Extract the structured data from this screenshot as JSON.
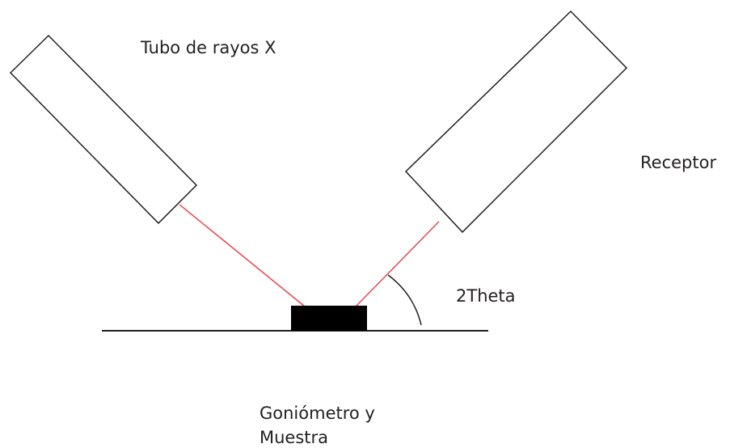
{
  "labels": {
    "tube": "Tubo de rayos X",
    "receptor": "Receptor",
    "angle": "2Theta",
    "goniometer_line1": "Goniómetro y",
    "goniometer_line2": "Muestra"
  },
  "colors": {
    "stroke": "#231f20",
    "beam": "#e8474f",
    "sample": "#000000",
    "background": "#ffffff"
  }
}
